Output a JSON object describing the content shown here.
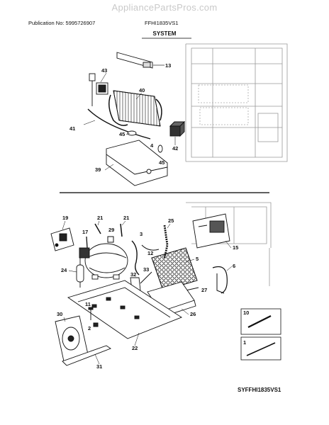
{
  "header": {
    "watermark": "AppliancePartsPros.com",
    "publication": "Publication No: 5995726907",
    "model": "FFHI1835VS1",
    "title": "SYSTEM"
  },
  "footer": {
    "diagram_code": "SYFFHI1835VS1"
  },
  "callouts": {
    "top": [
      "13",
      "43",
      "40",
      "41",
      "45",
      "4",
      "42",
      "39",
      "45"
    ],
    "bottom": [
      "19",
      "21",
      "21",
      "29",
      "17",
      "3",
      "25",
      "12",
      "15",
      "5",
      "24",
      "32",
      "33",
      "6",
      "27",
      "11",
      "26",
      "30",
      "2",
      "22",
      "31",
      "10",
      "1"
    ]
  }
}
